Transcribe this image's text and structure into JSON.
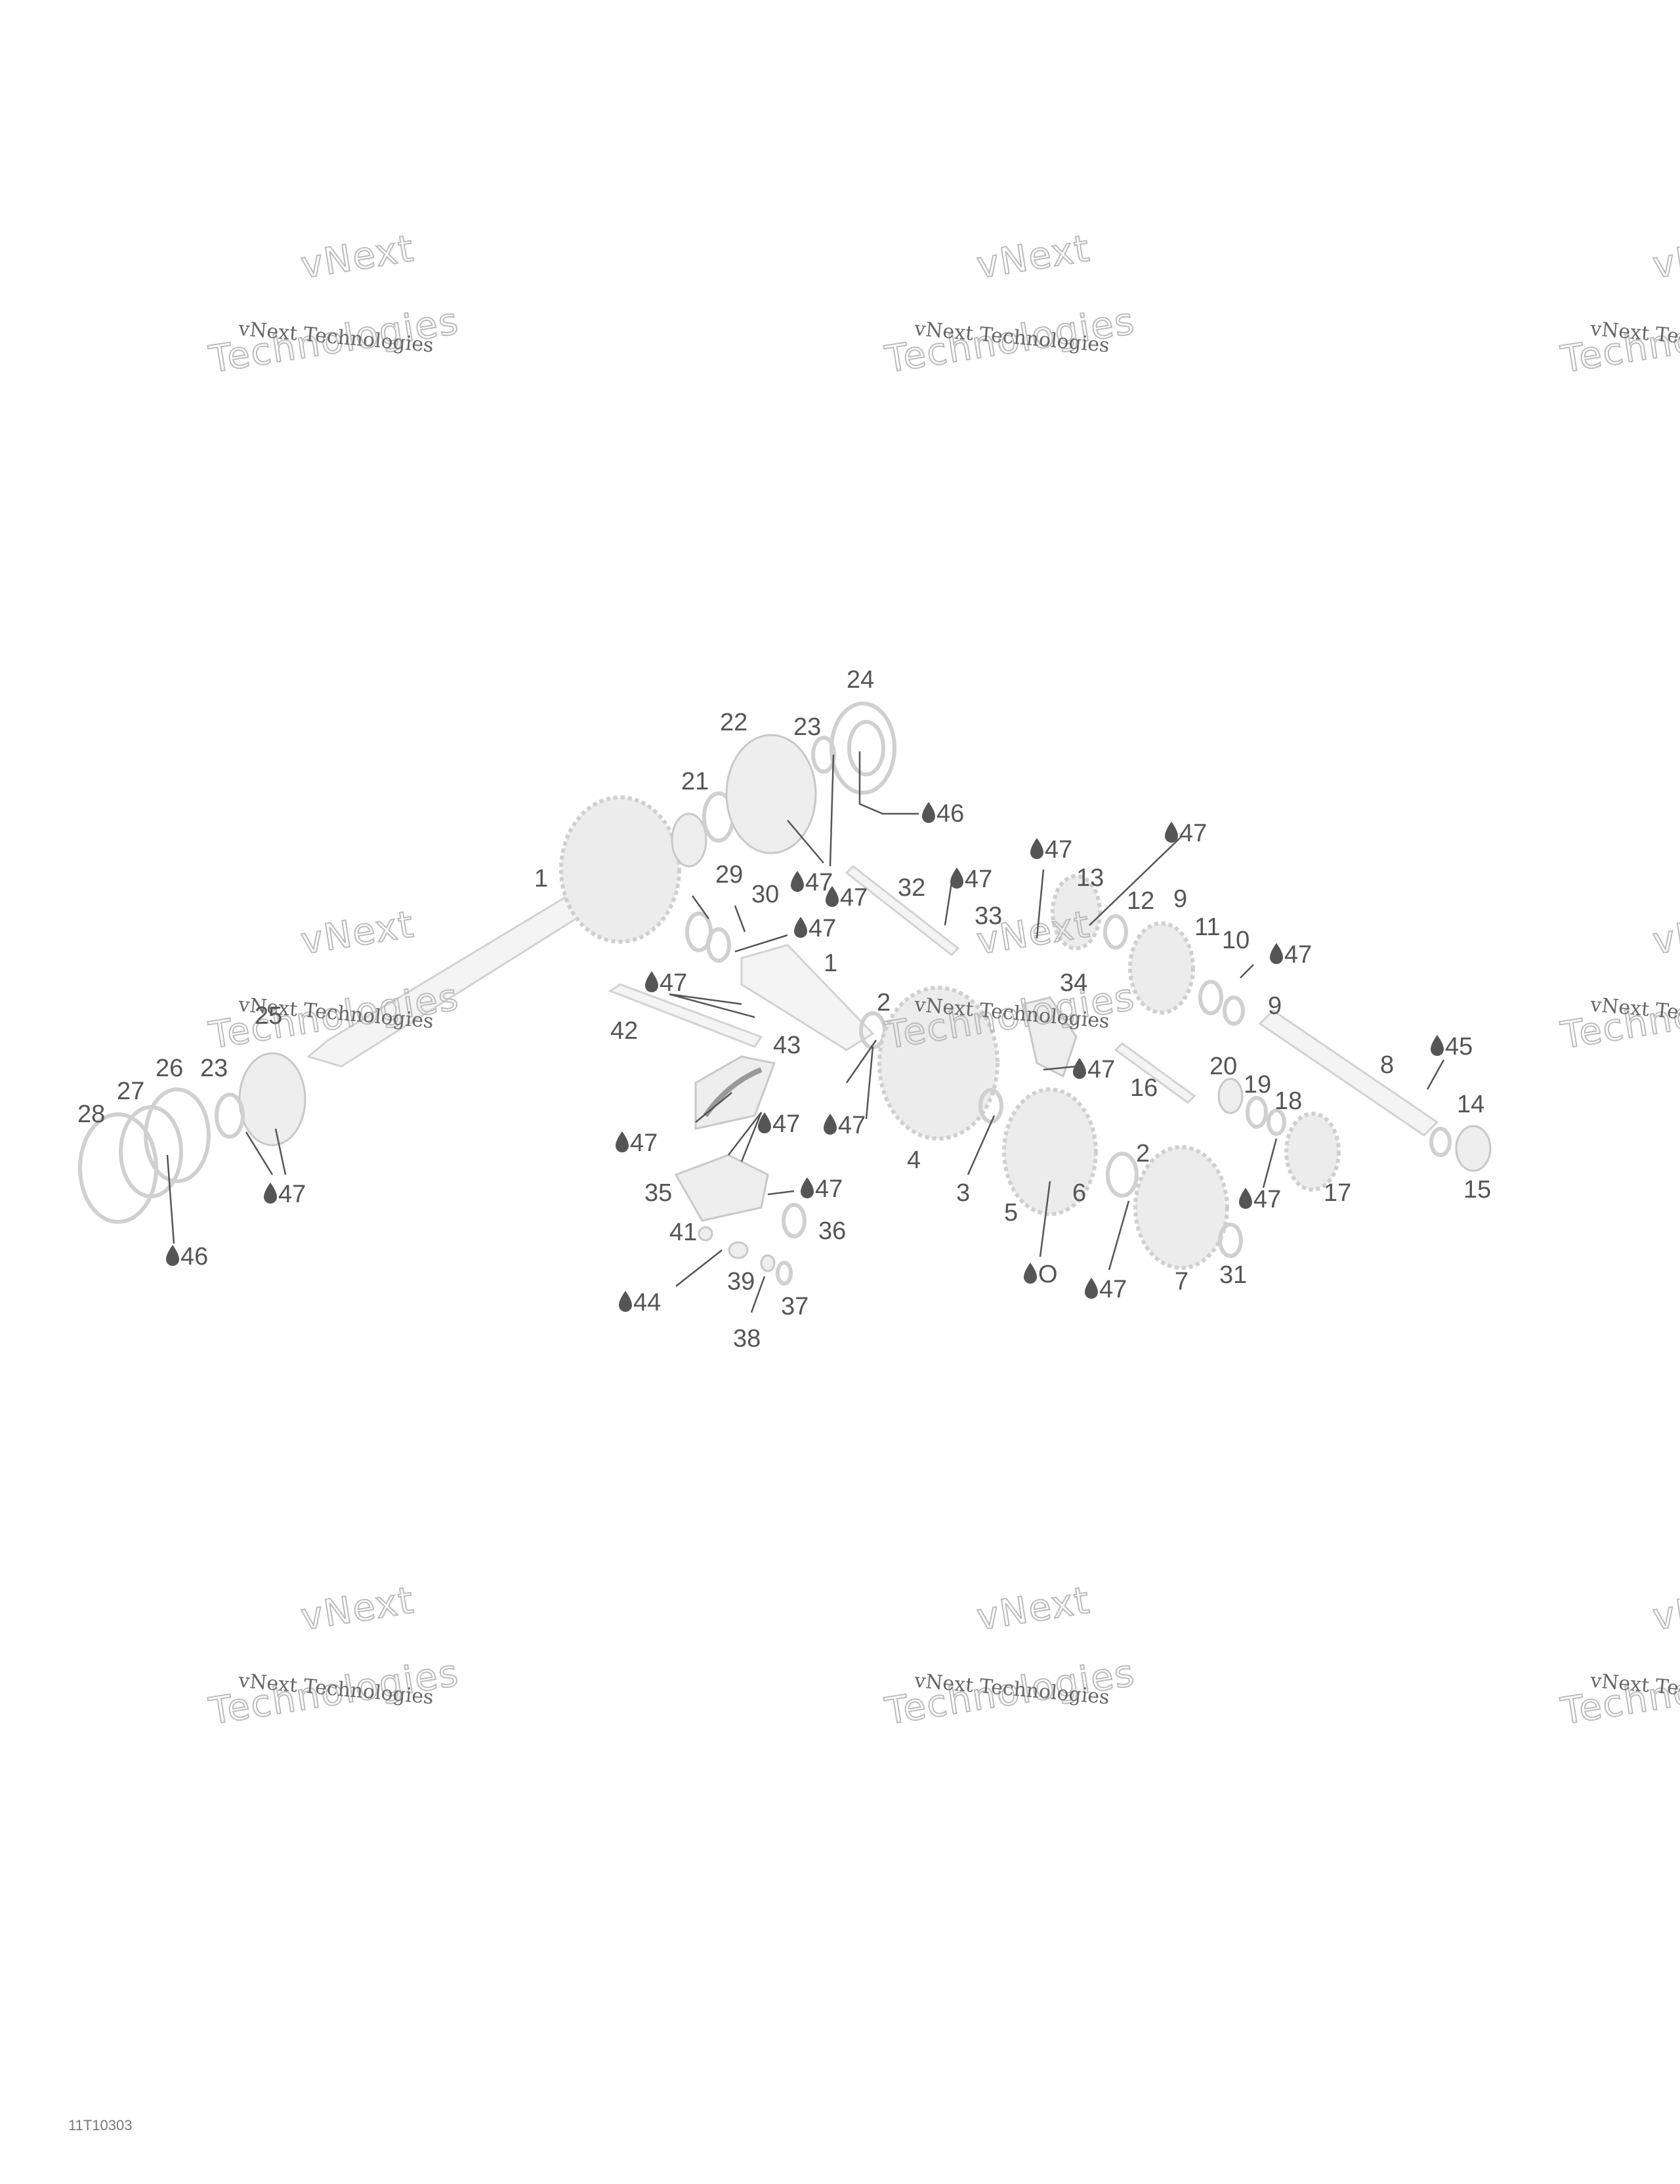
{
  "watermark": {
    "line1": "vNext Technologies",
    "line2": "vNext",
    "line3": "Technologies"
  },
  "figure_code": "11T10303",
  "callouts": [
    "1",
    "1",
    "2",
    "2",
    "3",
    "4",
    "5",
    "6",
    "7",
    "8",
    "9",
    "9",
    "10",
    "11",
    "12",
    "13",
    "14",
    "15",
    "16",
    "17",
    "18",
    "19",
    "20",
    "21",
    "22",
    "23",
    "23",
    "24",
    "25",
    "26",
    "27",
    "28",
    "29",
    "30",
    "31",
    "32",
    "33",
    "34",
    "35",
    "36",
    "37",
    "38",
    "39",
    "41",
    "42",
    "43"
  ],
  "lube_callouts": [
    "46",
    "47",
    "47",
    "47",
    "47",
    "47",
    "47",
    "45",
    "47",
    "47",
    "47",
    "47",
    "47",
    "47",
    "47",
    "47",
    "46",
    "44",
    "O",
    "47",
    "47"
  ]
}
